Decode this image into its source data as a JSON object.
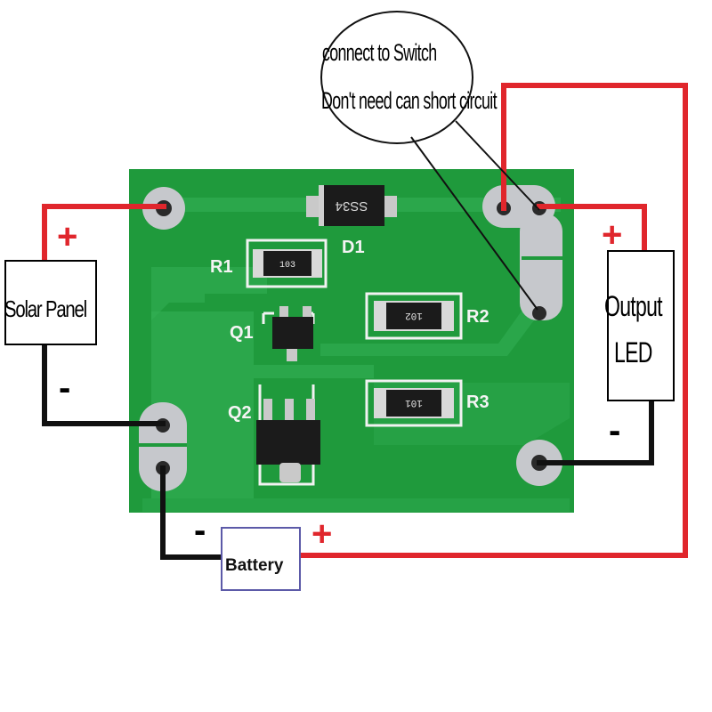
{
  "labels": {
    "solar_panel": "Solar Panel",
    "output_line1": "Output",
    "output_line2": "LED",
    "battery": "Battery",
    "note_line1": "connect to Switch",
    "note_line2": "Don't need can short circuit",
    "plus": "+",
    "minus": "-"
  },
  "board": {
    "r1": "R1",
    "q1": "Q1",
    "q2": "Q2",
    "d1": "D1",
    "r2": "R2",
    "r3": "R3",
    "d1_marking": "SS34",
    "r1_marking": "103",
    "r2_marking": "102",
    "r3_marking": "101"
  },
  "colors": {
    "pcb": "#1f9a3c",
    "trace": "#35b35a",
    "wire_positive": "#e0262c",
    "wire_negative": "#111111",
    "pad": "#c6c8cc"
  }
}
